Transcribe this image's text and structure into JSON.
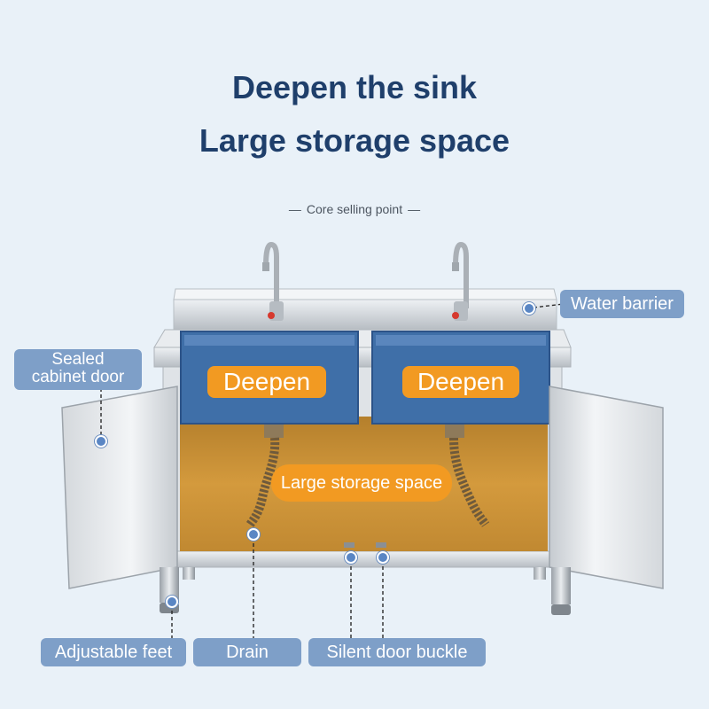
{
  "headline": {
    "line1": "Deepen the sink",
    "line2": "Large storage space"
  },
  "subtitle": "Core selling point",
  "labels": {
    "water_barrier": "Water barrier",
    "sealed_door_1": "Sealed",
    "sealed_door_2": "cabinet door",
    "deepen_left": "Deepen",
    "deepen_right": "Deepen",
    "storage": "Large storage space",
    "adjustable_feet": "Adjustable feet",
    "drain": "Drain",
    "silent_buckle": "Silent door buckle"
  },
  "colors": {
    "headline": "#1f3f6b",
    "label_blue": "#7e9fc8",
    "label_orange": "#f29a22",
    "sink_blue": "#3f6fa8",
    "storage_amber": "#c98a2a",
    "steel": "#c9ced3"
  }
}
